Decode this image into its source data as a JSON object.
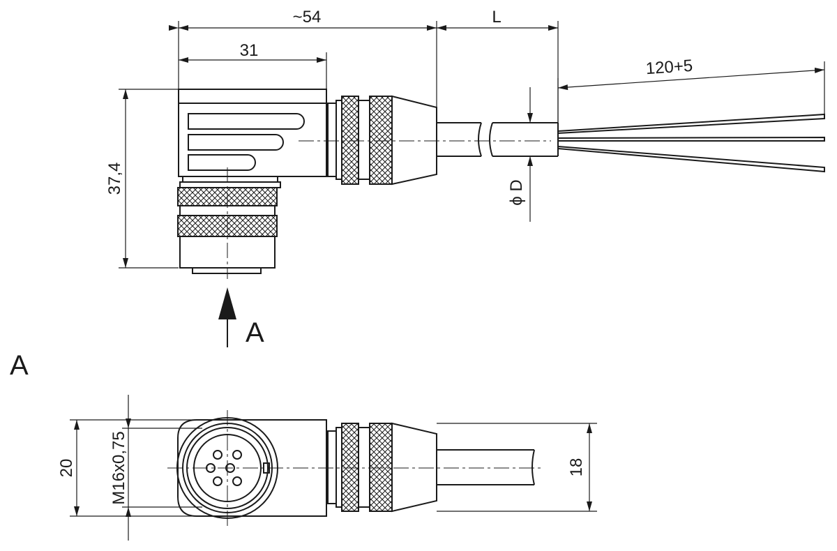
{
  "top_view": {
    "dim_overall": "~54",
    "dim_body": "31",
    "dim_cable": "L",
    "dim_strip": "120+5",
    "dim_height": "37,4",
    "dim_diameter": "ϕ D",
    "view_arrow_label": "A"
  },
  "view_a": {
    "title": "A",
    "dim_width": "20",
    "dim_thread": "M16x0,75",
    "dim_height": "18"
  }
}
